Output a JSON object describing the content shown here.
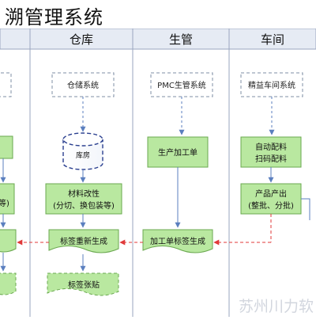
{
  "title": "溯管理系统",
  "lanes": [
    {
      "name": ""
    },
    {
      "name": "仓库"
    },
    {
      "name": "生管"
    },
    {
      "name": "车间"
    }
  ],
  "systems": {
    "warehouse": "仓储系统",
    "pmc": "PMC生管系统",
    "workshop": "精益车间系统"
  },
  "nodes": {
    "storeroom": "库房",
    "material_change_l1": "材料改性",
    "material_change_l2": "(分切、换包装等)",
    "label_regen": "标签重新生成",
    "label_paste": "标签张贴",
    "production_order": "生产加工单",
    "work_order_label": "加工单标签生成",
    "auto_batch_l1": "自动配料",
    "auto_batch_l2": "扫码配料",
    "output_l1": "产品产出",
    "output_l2": "(整批、分批)",
    "left_partial": "等)"
  },
  "watermark": "苏州川力软",
  "colors": {
    "lane_header": "#e6ebf4",
    "lane_border": "#9aa6bf",
    "node_fill": "#b9e8a0",
    "node_border": "#6aa84f",
    "dash_box": "#7f8fa6",
    "arrow_blue": "#5b7fbf",
    "arrow_red": "#e03a3a"
  }
}
